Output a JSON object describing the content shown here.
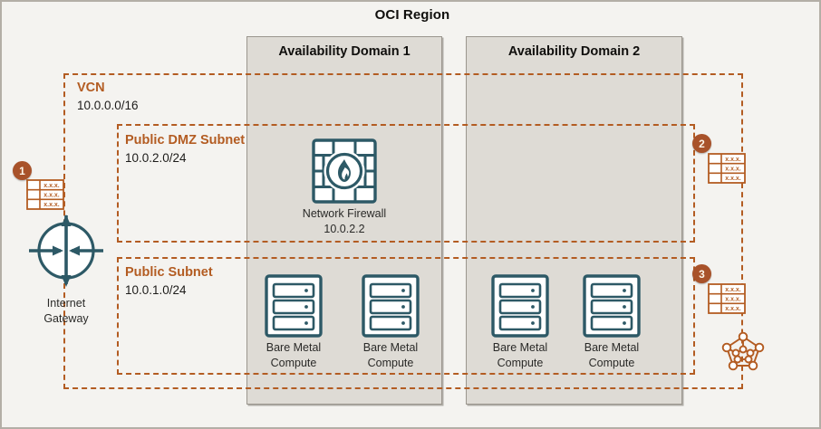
{
  "region": {
    "title": "OCI Region"
  },
  "availability_domains": [
    {
      "label": "Availability Domain 1"
    },
    {
      "label": "Availability Domain 2"
    }
  ],
  "vcn": {
    "title": "VCN",
    "cidr": "10.0.0.0/16"
  },
  "subnets": [
    {
      "title": "Public DMZ Subnet",
      "cidr": "10.0.2.0/24"
    },
    {
      "title": "Public Subnet",
      "cidr": "10.0.1.0/24"
    }
  ],
  "nodes": {
    "internet_gateway": {
      "icon": "internet-gateway-icon",
      "caption_line1": "Internet",
      "caption_line2": "Gateway"
    },
    "network_firewall": {
      "icon": "network-firewall-icon",
      "caption_line1": "Network Firewall",
      "caption_line2": "10.0.2.2"
    },
    "compute": [
      {
        "icon": "bare-metal-compute-icon",
        "caption_line1": "Bare Metal",
        "caption_line2": "Compute",
        "ad": 1
      },
      {
        "icon": "bare-metal-compute-icon",
        "caption_line1": "Bare Metal",
        "caption_line2": "Compute",
        "ad": 1
      },
      {
        "icon": "bare-metal-compute-icon",
        "caption_line1": "Bare Metal",
        "caption_line2": "Compute",
        "ad": 2
      },
      {
        "icon": "bare-metal-compute-icon",
        "caption_line1": "Bare Metal",
        "caption_line2": "Compute",
        "ad": 2
      }
    ],
    "service_mesh": {
      "icon": "service-gateway-mesh-icon"
    }
  },
  "route_tables": [
    {
      "badge": "1",
      "icon": "route-table-icon",
      "rows": [
        "x.x.x.",
        "x.x.x.",
        "x.x.x."
      ]
    },
    {
      "badge": "2",
      "icon": "route-table-icon",
      "rows": [
        "x.x.x.",
        "x.x.x.",
        "x.x.x."
      ]
    },
    {
      "badge": "3",
      "icon": "route-table-icon",
      "rows": [
        "x.x.x.",
        "x.x.x.",
        "x.x.x."
      ]
    }
  ],
  "colors": {
    "accent_orange": "#b35c22",
    "badge_orange": "#a8522a",
    "icon_teal": "#2d5966",
    "ad_fill": "#dedbd5",
    "page_bg": "#f4f3f0"
  }
}
